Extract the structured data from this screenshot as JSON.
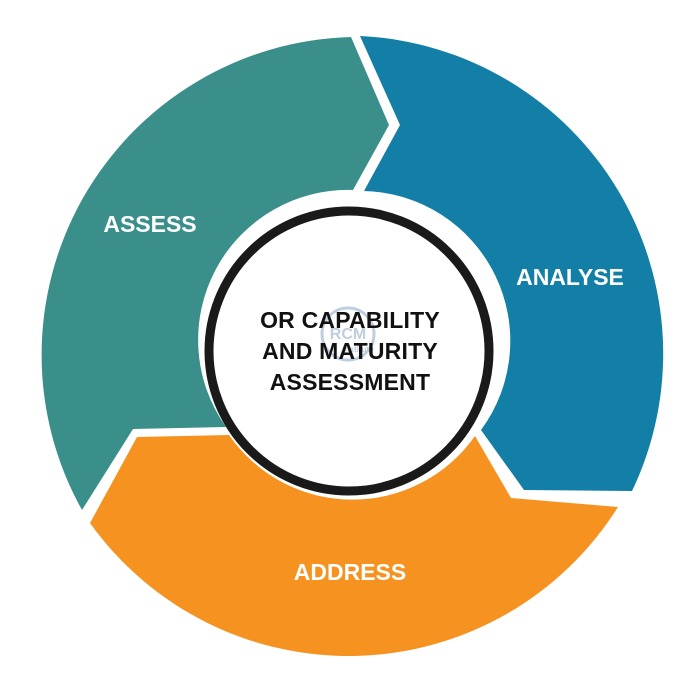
{
  "segments": {
    "assess": {
      "label": "ASSESS",
      "color": "#3a8f8b"
    },
    "analyse": {
      "label": "ANALYSE",
      "color": "#137fa6"
    },
    "address": {
      "label": "ADDRESS",
      "color": "#f59220"
    }
  },
  "center": {
    "lines": [
      "OR CAPABILITY",
      "AND MATURITY",
      "ASSESSMENT"
    ],
    "ring_color": "#1a1a1a"
  },
  "watermark": {
    "brand": "RCM",
    "sub": "Institute",
    "color": "#8aa6c6"
  }
}
